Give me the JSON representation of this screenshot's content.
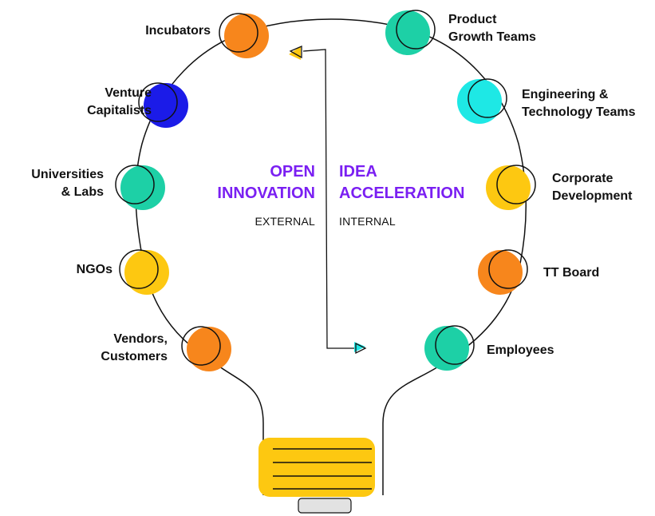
{
  "colors": {
    "orange": "#f7861c",
    "teal": "#1dd0a6",
    "cyan": "#1ee8e5",
    "blue": "#1b1be8",
    "yellow": "#fdc811",
    "purple": "#7a1ff2",
    "outline": "#111111"
  },
  "left_heading": {
    "line1": "OPEN",
    "line2": "INNOVATION",
    "sub": "EXTERNAL"
  },
  "right_heading": {
    "line1": "IDEA",
    "line2": "ACCELERATION",
    "sub": "INTERNAL"
  },
  "nodes_left": [
    {
      "id": "incubators",
      "label": [
        "Incubators"
      ],
      "color": "orange"
    },
    {
      "id": "venture-capitalists",
      "label": [
        "Venture",
        "Capitalists"
      ],
      "color": "blue"
    },
    {
      "id": "universities-labs",
      "label": [
        "Universities",
        "& Labs"
      ],
      "color": "teal"
    },
    {
      "id": "ngos",
      "label": [
        "NGOs"
      ],
      "color": "yellow"
    },
    {
      "id": "vendors-customers",
      "label": [
        "Vendors,",
        "Customers"
      ],
      "color": "orange"
    }
  ],
  "nodes_right": [
    {
      "id": "product-growth-teams",
      "label": [
        "Product",
        "Growth Teams"
      ],
      "color": "teal"
    },
    {
      "id": "engineering-technology-teams",
      "label": [
        "Engineering &",
        "Technology Teams"
      ],
      "color": "cyan"
    },
    {
      "id": "corporate-development",
      "label": [
        "Corporate",
        "Development"
      ],
      "color": "yellow"
    },
    {
      "id": "tt-board",
      "label": [
        "TT Board"
      ],
      "color": "orange"
    },
    {
      "id": "employees",
      "label": [
        "Employees"
      ],
      "color": "teal"
    }
  ]
}
